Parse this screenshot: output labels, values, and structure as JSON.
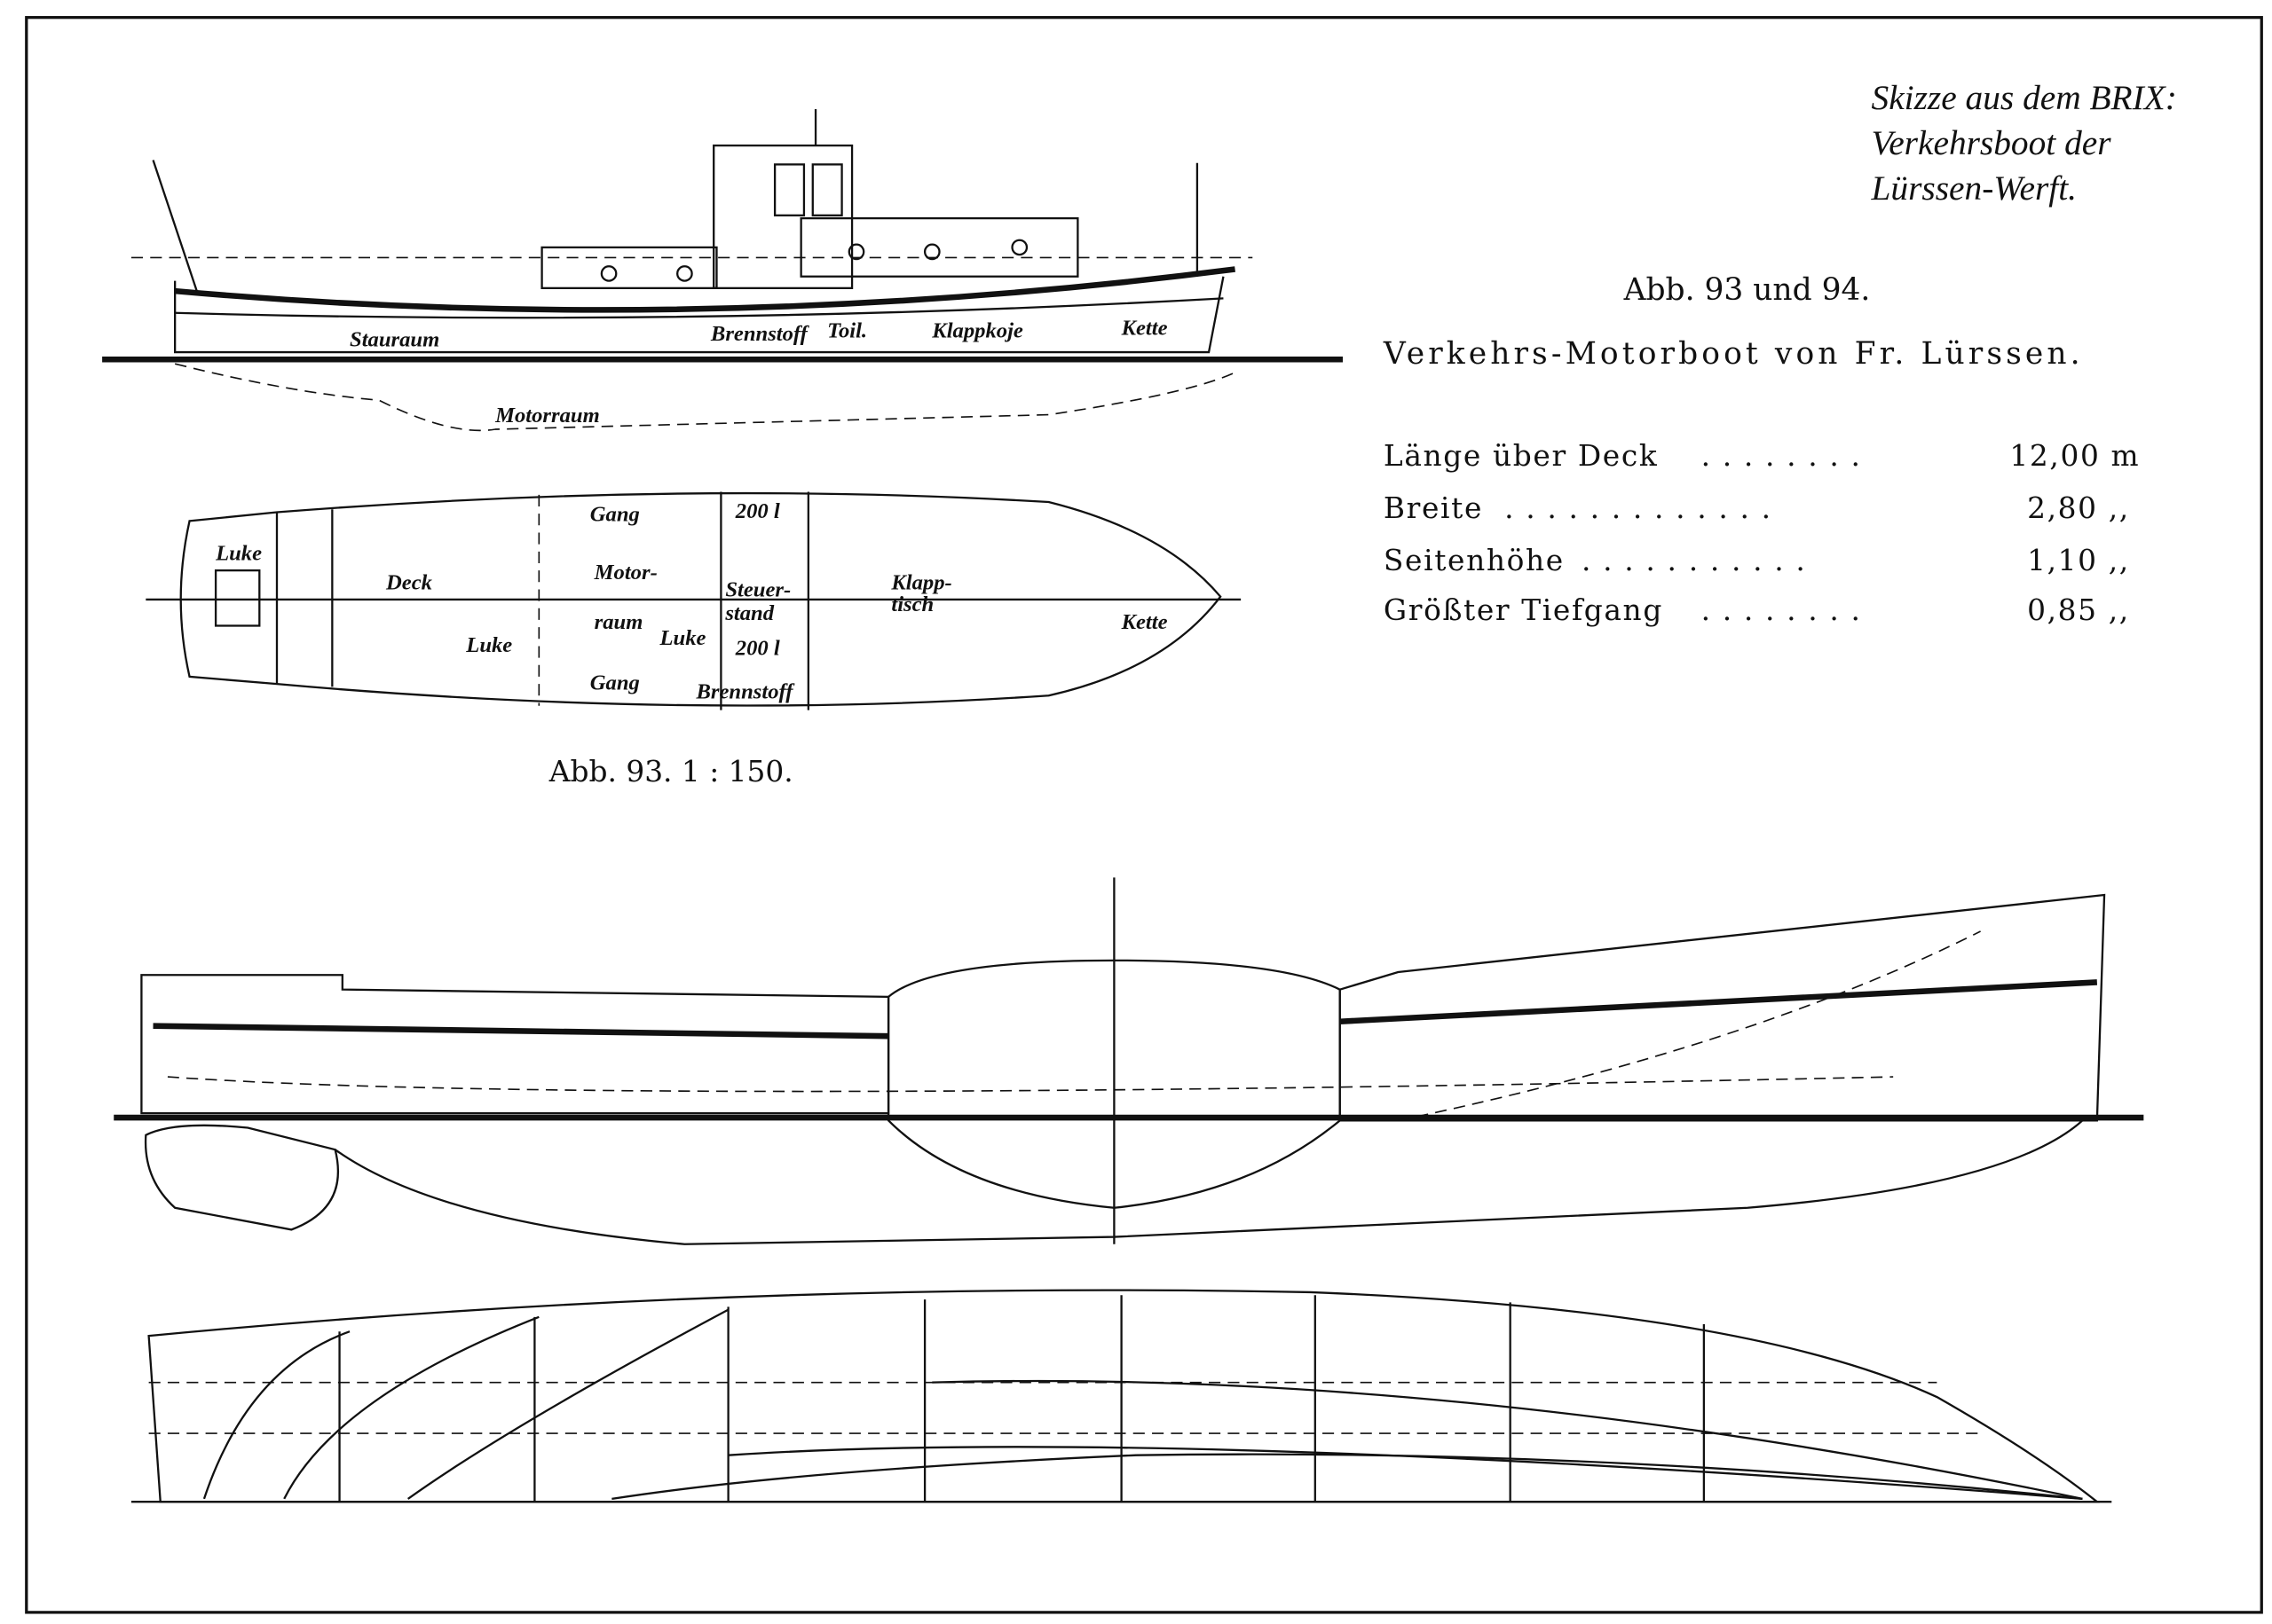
{
  "caption": {
    "line1": "Skizze aus dem BRIX:",
    "line2": "Verkehrsboot der",
    "line3": "Lürssen-Werft."
  },
  "heading": {
    "figures": "Abb. 93 und 94.",
    "title": "Verkehrs-Motorboot von Fr. Lürssen."
  },
  "specs": [
    {
      "label": "Länge über Deck",
      "dots": ". . . . . . . .",
      "value": "12,00 m"
    },
    {
      "label": "Breite",
      "dots": ". . . . . . . . . . . . .",
      "value": "2,80 ,,"
    },
    {
      "label": "Seitenhöhe",
      "dots": ". . . . . . . . . . .",
      "value": "1,10 ,,"
    },
    {
      "label": "Größter Tiefgang",
      "dots": ". . . . . . . .",
      "value": "0,85 ,,"
    }
  ],
  "figure93_caption": "Abb. 93.   1 : 150.",
  "side_view_labels": {
    "stauraum": "Stauraum",
    "brennstoff": "Brennstoff",
    "toilette": "Toil.",
    "klappkoje": "Klappkoje",
    "kette": "Kette",
    "motorraum": "Motorraum"
  },
  "plan_view_labels": {
    "luke_aft": "Luke",
    "deck": "Deck",
    "luke_mid": "Luke",
    "gang_top": "Gang",
    "gang_bottom": "Gang",
    "motor": "Motor-",
    "raum": "raum",
    "luke_small": "Luke",
    "fuel_top": "200 l",
    "fuel_bottom": "200 l",
    "steuerstand": "Steuer-",
    "stand": "stand",
    "brennstoff": "Brennstoff",
    "klapptisch": "Klapp-",
    "tisch": "tisch",
    "kette": "Kette"
  }
}
